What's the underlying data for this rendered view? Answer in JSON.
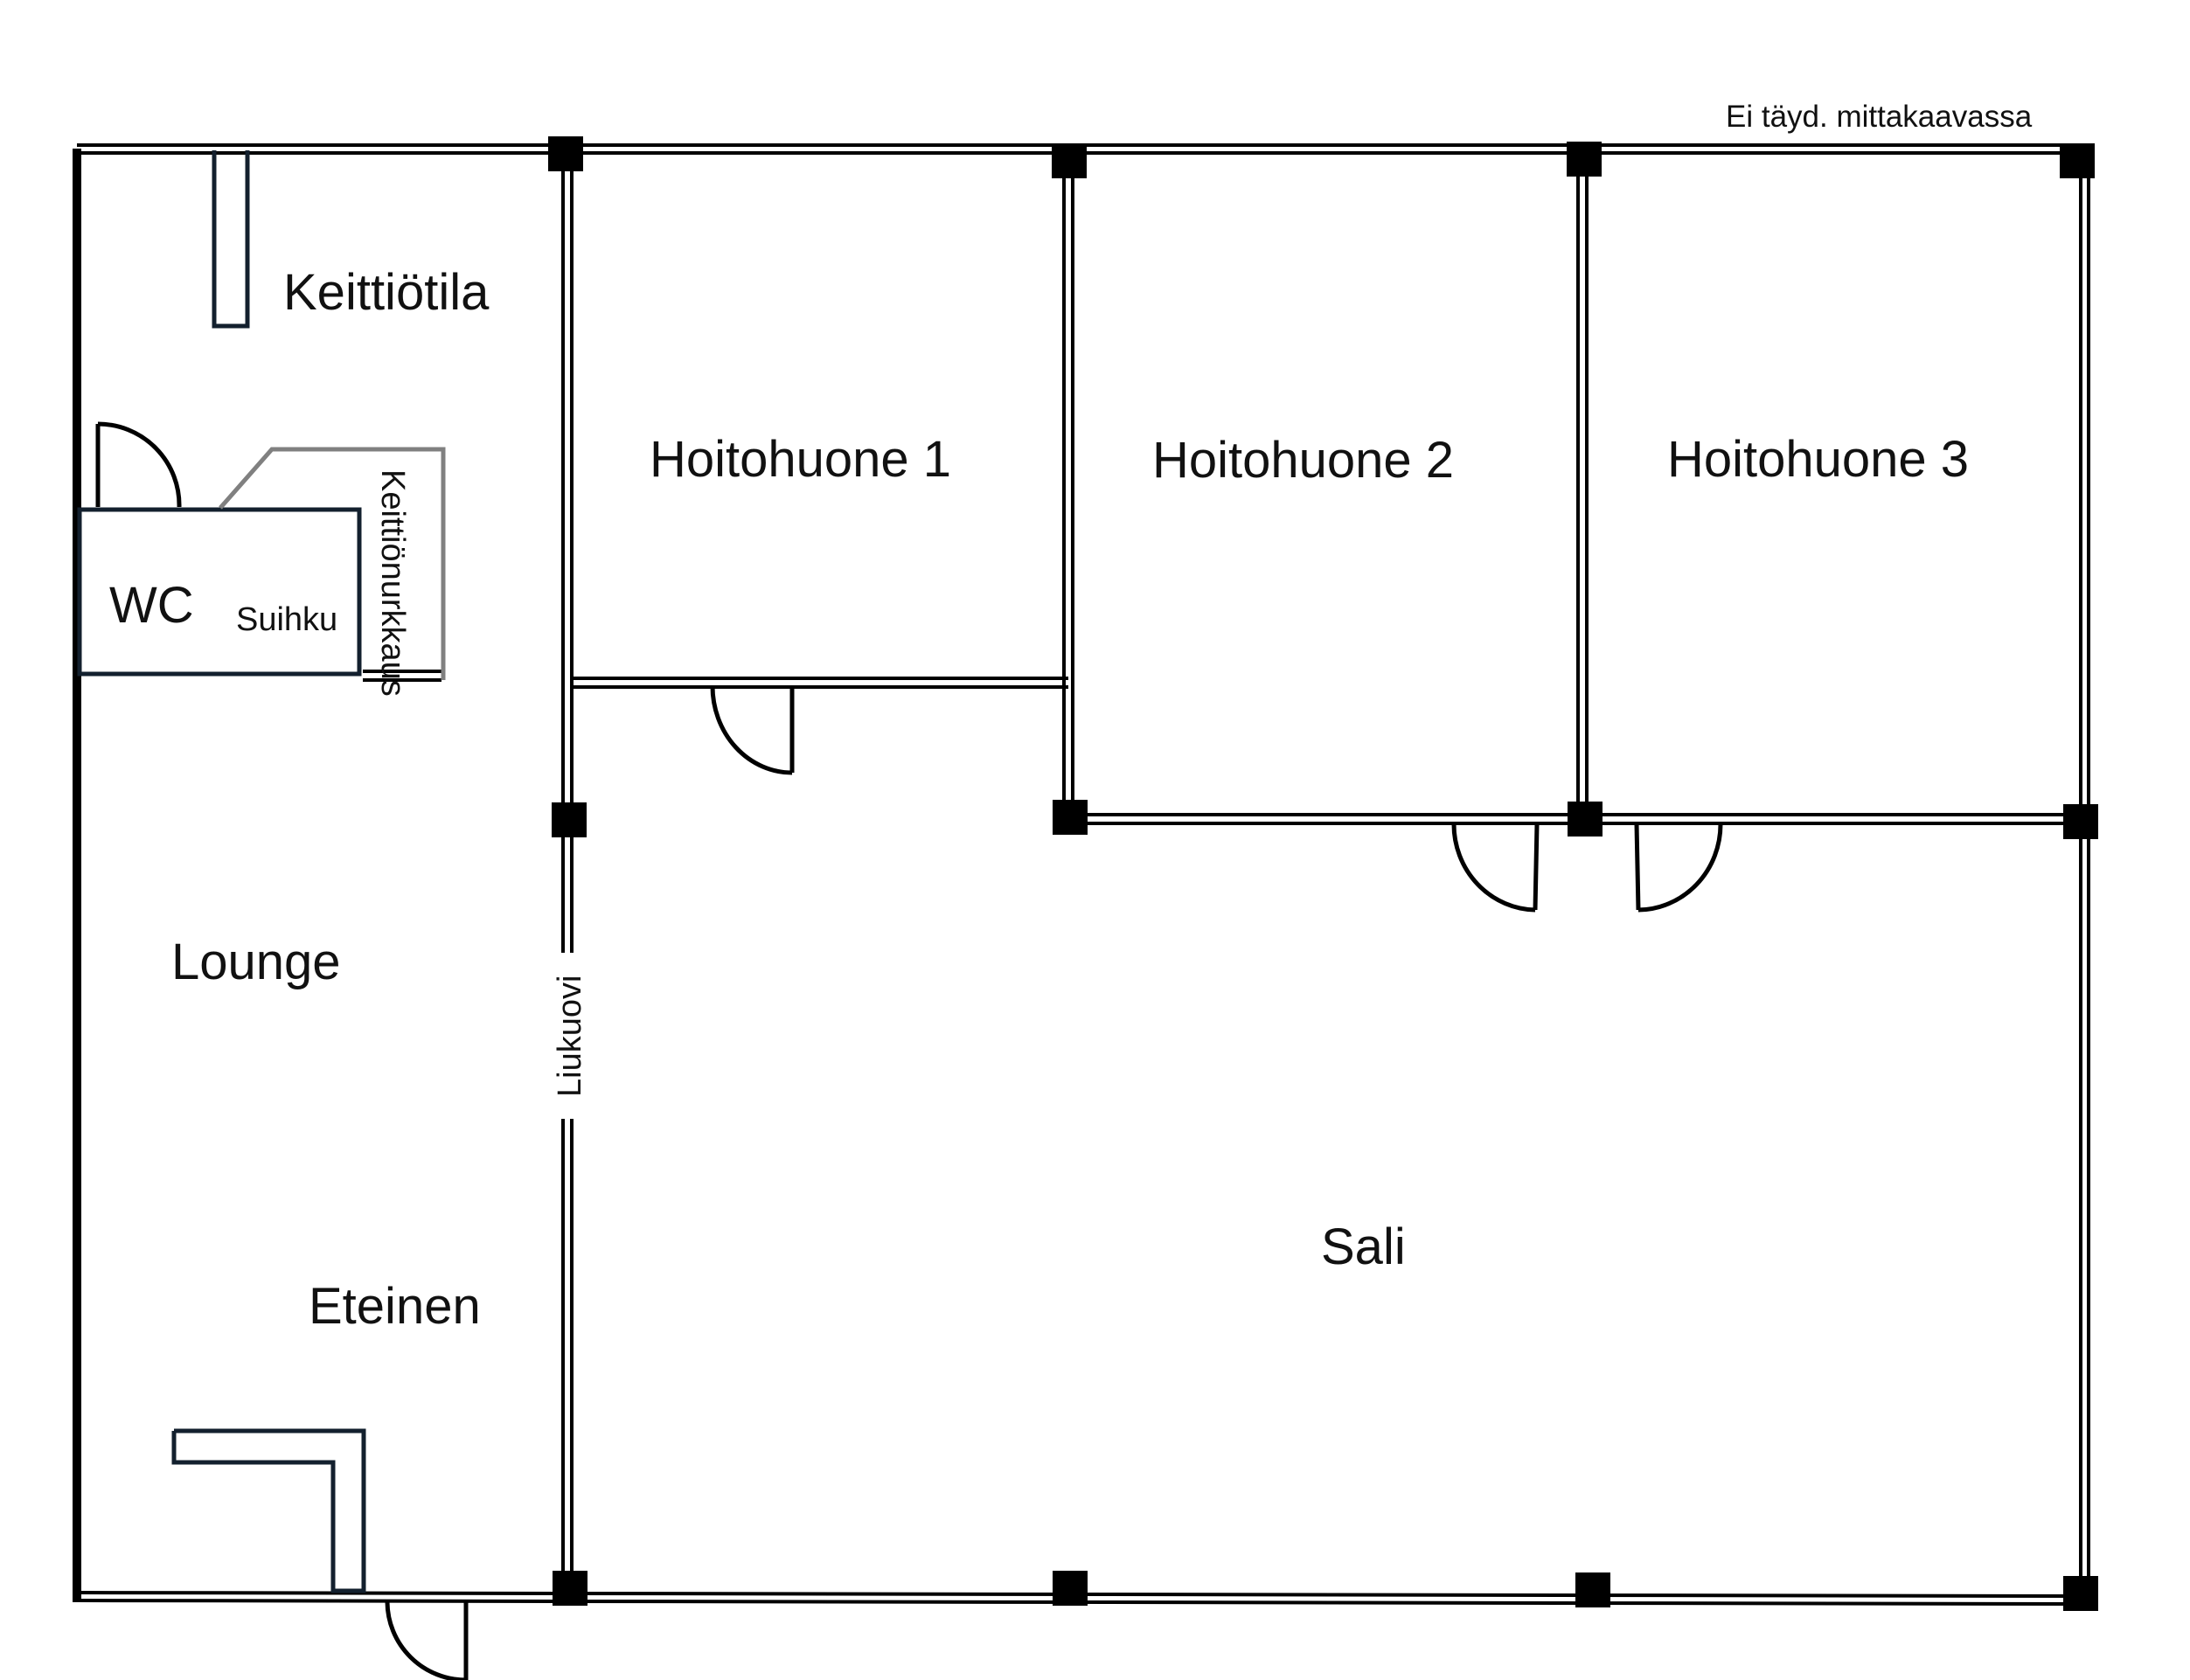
{
  "note": "Ei täyd. mittakaavassa",
  "rooms": {
    "keittiotila": "Keittiötila",
    "hoitohuone_1": "Hoitohuone 1",
    "hoitohuone_2": "Hoitohuone 2",
    "hoitohuone_3": "Hoitohuone 3",
    "wc": "WC",
    "suihku": "Suihku",
    "keittionurkkaus": "Keittiönurkkaus",
    "lounge": "Lounge",
    "liukuovi": "Liukuovi",
    "sali": "Sali",
    "eteinen": "Eteinen"
  },
  "colors": {
    "wall": "#000000",
    "fixture": "#13202e",
    "kitchenette": "#808080"
  }
}
